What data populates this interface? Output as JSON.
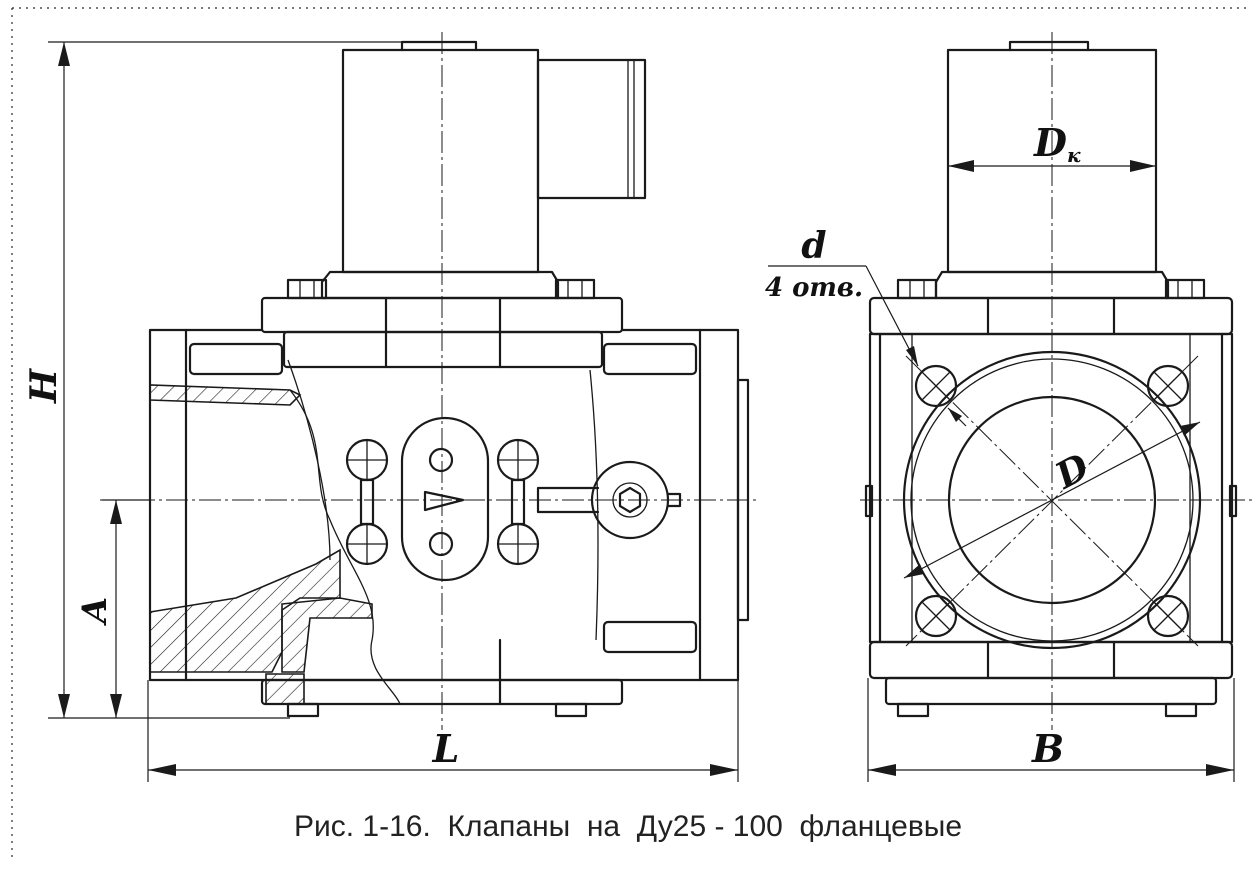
{
  "caption": "Рис. 1-16.  Клапаны  на  Ду25 - 100  фланцевые",
  "dimensions": {
    "height": "H",
    "axis_height": "A",
    "length": "L",
    "width": "B",
    "coil_diameter": "D",
    "coil_diameter_subscript": "к",
    "flange_diameter": "D",
    "hole_diameter": "d",
    "hole_count": "4 отв."
  }
}
